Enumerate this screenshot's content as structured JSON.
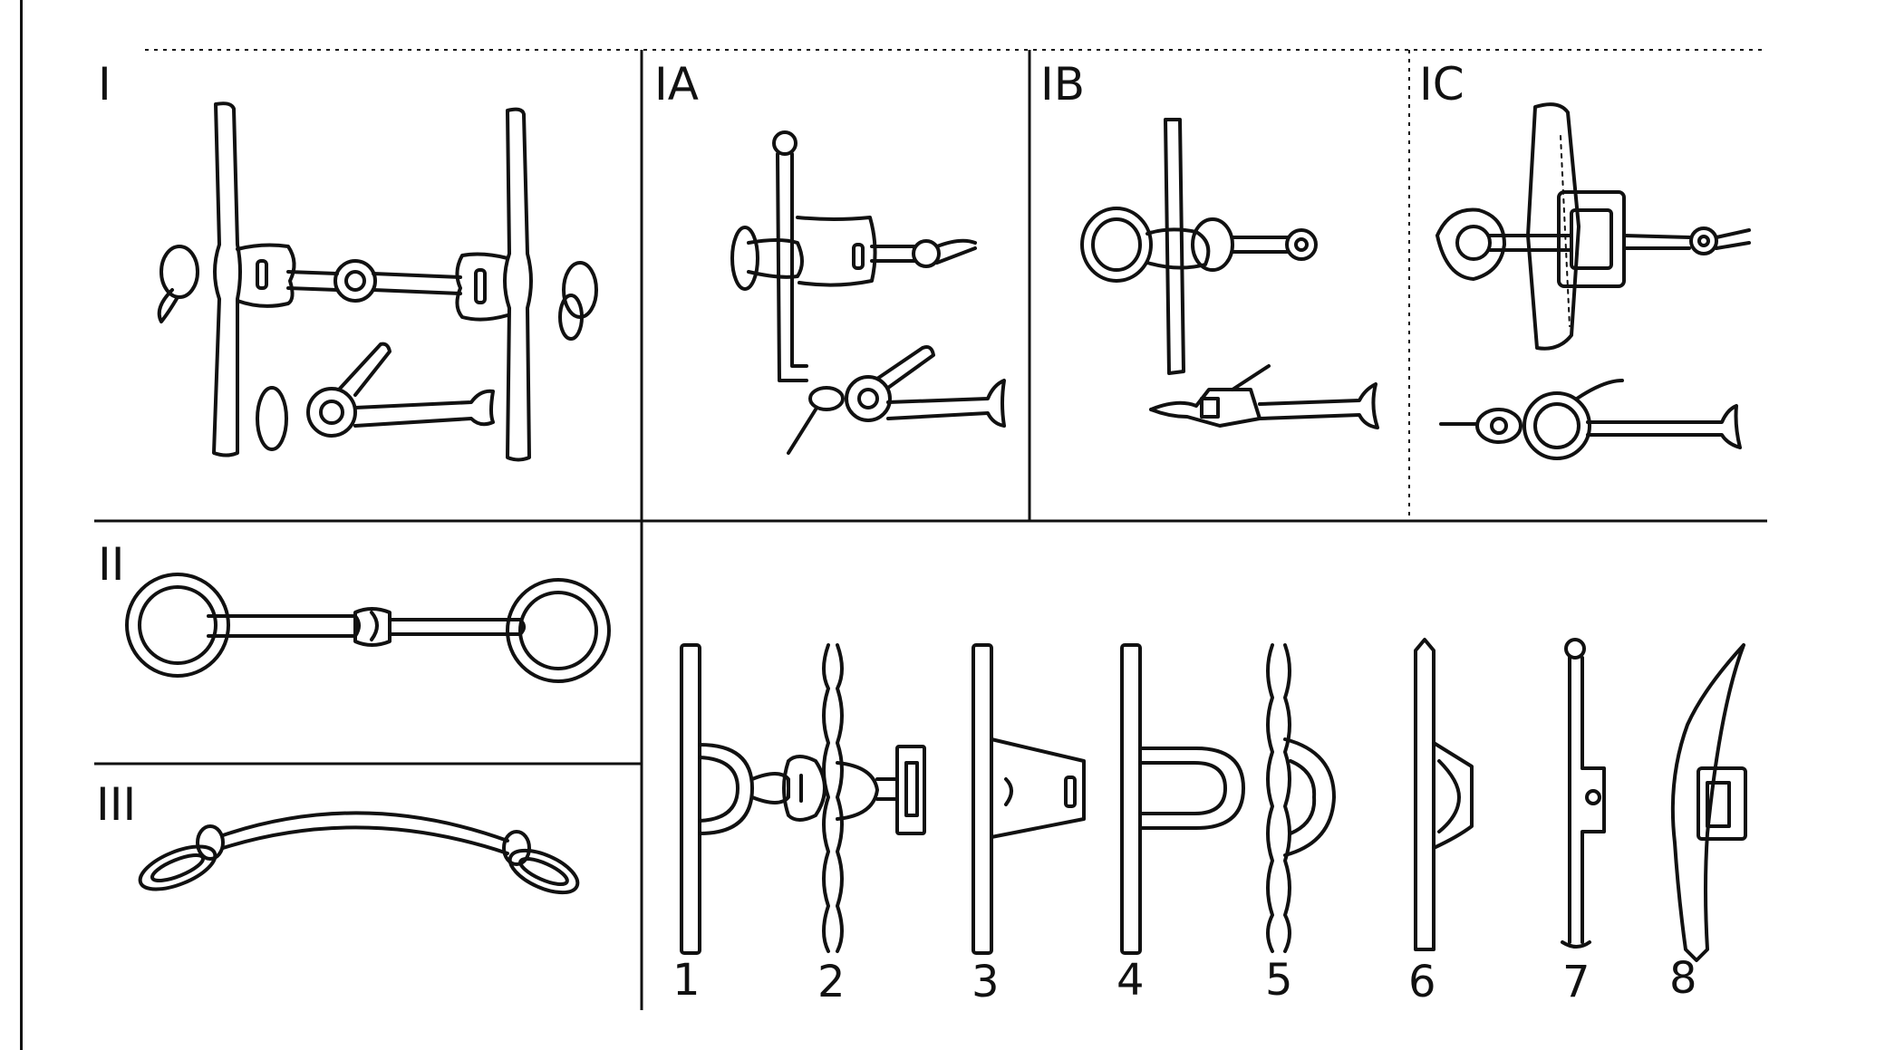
{
  "panels": {
    "i": "I",
    "ia": "IA",
    "ib": "IB",
    "ic": "IC",
    "ii": "II",
    "iii": "III"
  },
  "types": [
    "1",
    "2",
    "3",
    "4",
    "5",
    "6",
    "7",
    "8"
  ]
}
